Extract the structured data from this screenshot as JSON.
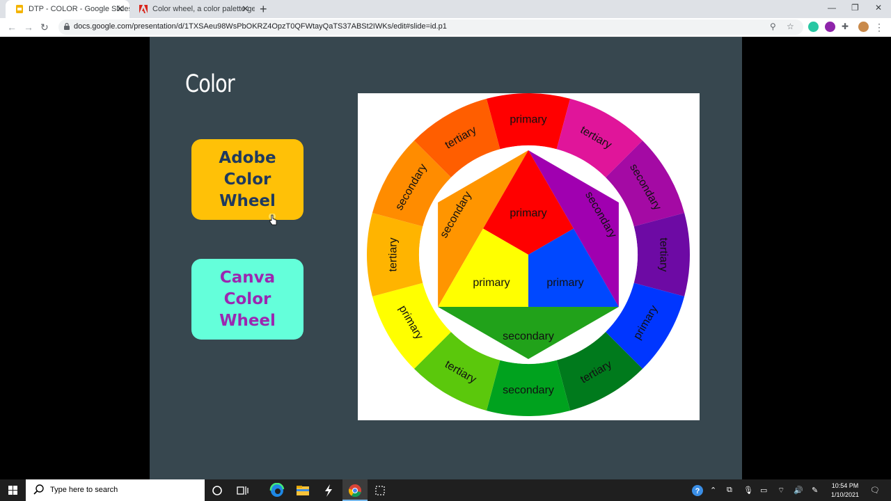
{
  "browser": {
    "tabs": [
      {
        "title": "DTP - COLOR - Google Slides",
        "icon": "slides-icon",
        "active": true
      },
      {
        "title": "Color wheel, a color palette gene",
        "icon": "adobe-icon",
        "active": false
      }
    ],
    "url": "docs.google.com/presentation/d/1TXSAeu98WsPbOKRZ4OpzT0QFWtayQaTS37ABSt2IWKs/edit#slide=id.p1"
  },
  "slide": {
    "title": "Color",
    "buttons": [
      {
        "label": "Adobe\nColor\nWheel",
        "background": "#ffc107",
        "text_color": "#1f3a5f"
      },
      {
        "label": "Canva\nColor\nWheel",
        "background": "#64ffda",
        "text_color": "#9c27b0"
      }
    ],
    "wheel": {
      "outer_ring": [
        {
          "label": "primary",
          "color": "#ff0000"
        },
        {
          "label": "tertiary",
          "color": "#e0159a"
        },
        {
          "label": "secondary",
          "color": "#a40aa4"
        },
        {
          "label": "tertiary",
          "color": "#6d0aa4"
        },
        {
          "label": "primary",
          "color": "#0036ff"
        },
        {
          "label": "tertiary",
          "color": "#007a1c"
        },
        {
          "label": "secondary",
          "color": "#00a21e"
        },
        {
          "label": "tertiary",
          "color": "#5bc80c"
        },
        {
          "label": "primary",
          "color": "#ffff00"
        },
        {
          "label": "tertiary",
          "color": "#ffb400"
        },
        {
          "label": "secondary",
          "color": "#ff8c00"
        },
        {
          "label": "tertiary",
          "color": "#ff5e00"
        }
      ],
      "inner": [
        {
          "label": "primary",
          "color": "#ff0000"
        },
        {
          "label": "primary",
          "color": "#ffff00"
        },
        {
          "label": "primary",
          "color": "#0048ff"
        },
        {
          "label": "secondary",
          "color": "#ff9500"
        },
        {
          "label": "secondary",
          "color": "#a000b0"
        },
        {
          "label": "secondary",
          "color": "#21a21a"
        }
      ]
    }
  },
  "taskbar": {
    "search_placeholder": "Type here to search",
    "time": "10:54 PM",
    "date": "1/10/2021"
  }
}
